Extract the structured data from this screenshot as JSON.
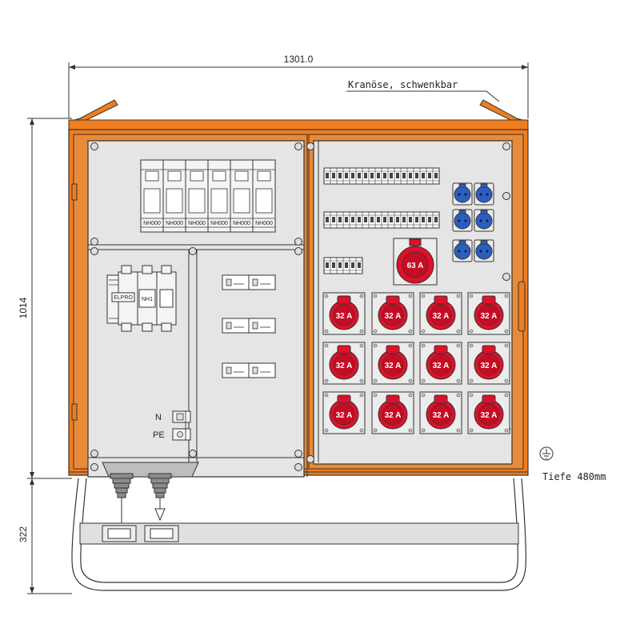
{
  "dimensions": {
    "width": "1301.0",
    "height_box": "1014",
    "height_stand": "322",
    "depth": "Tiefe 480mm"
  },
  "annotations": {
    "crane_eye": "Kranöse, schwenkbar"
  },
  "fuse_label": "NH000",
  "switch_labels": {
    "nh": "NH1",
    "brand": "ELPRO"
  },
  "terminal_labels": {
    "neutral": "N",
    "protective_earth": "PE"
  },
  "sockets": {
    "large": "63 A",
    "small": "32 A"
  },
  "colors": {
    "frame_orange": "#f07d1e",
    "socket_red": "#e0102a",
    "socket_blue": "#2a5fc2",
    "panel_grey": "#e5e5e5"
  }
}
